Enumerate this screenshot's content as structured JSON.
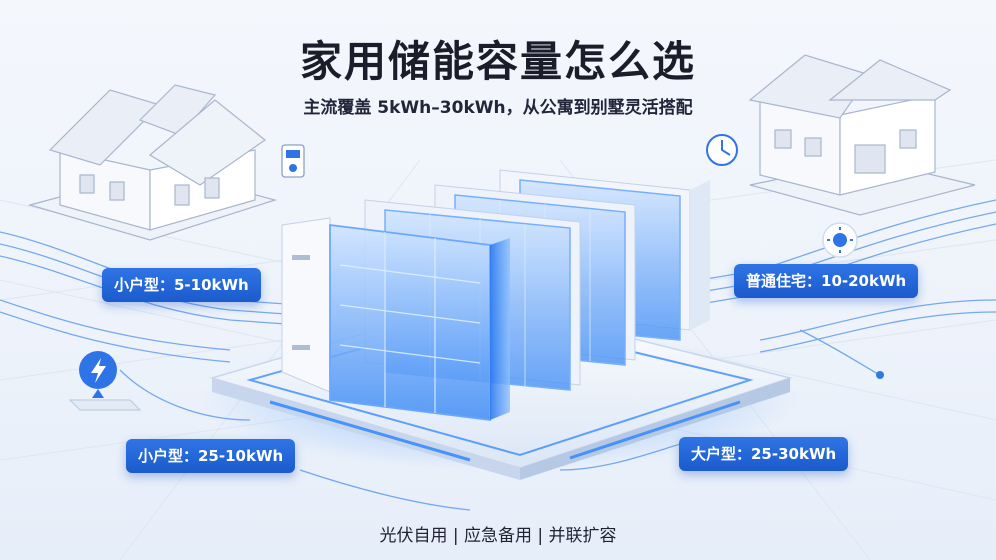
{
  "title": "家用储能容量怎么选",
  "subtitle": "主流覆盖 5kWh–30kWh，从公寓到别墅灵活搭配",
  "badges": {
    "small_home": "小户型：5-10kWh",
    "normal_home": "普通住宅：10-20kWh",
    "small_home_2": "小户型：25-10kWh",
    "large_home": "大户型：25-30kWh"
  },
  "footer": "光伏自用 | 应急备用 | 并联扩容",
  "icons": {
    "left_meter": "smart-meter-icon",
    "lightning": "lightning-bolt-icon",
    "right_clock": "gauge-clock-icon",
    "right_sun": "sun-icon"
  },
  "colors": {
    "accent": "#1f63d6",
    "title": "#1b1d2a",
    "glow": "#3a8cff"
  }
}
